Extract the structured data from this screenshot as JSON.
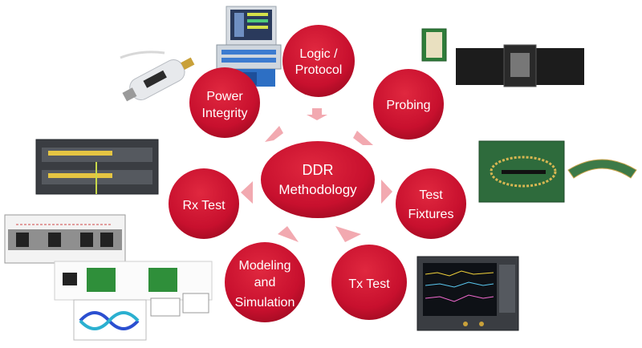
{
  "center": {
    "line1": "DDR",
    "line2": "Methodology"
  },
  "nodes": {
    "logic_protocol": {
      "line1": "Logic /",
      "line2": "Protocol"
    },
    "power_integrity": {
      "line1": "Power",
      "line2": "Integrity"
    },
    "probing": {
      "line1": "Probing"
    },
    "rx_test": {
      "line1": "Rx Test"
    },
    "test_fixtures": {
      "line1": "Test",
      "line2": "Fixtures"
    },
    "modeling_simulation": {
      "line1": "Modeling",
      "line2": "and",
      "line3": "Simulation"
    },
    "tx_test": {
      "line1": "Tx Test"
    }
  },
  "colors": {
    "node": "#c8102e",
    "arrow": "#f2a9b0"
  },
  "icons": [
    "logic-analyzer-photo",
    "power-probe-photo",
    "probe-interposer-photo",
    "test-fixture-board-photo",
    "bert-chassis-photo",
    "simulation-schematic-photo",
    "oscilloscope-photo"
  ]
}
